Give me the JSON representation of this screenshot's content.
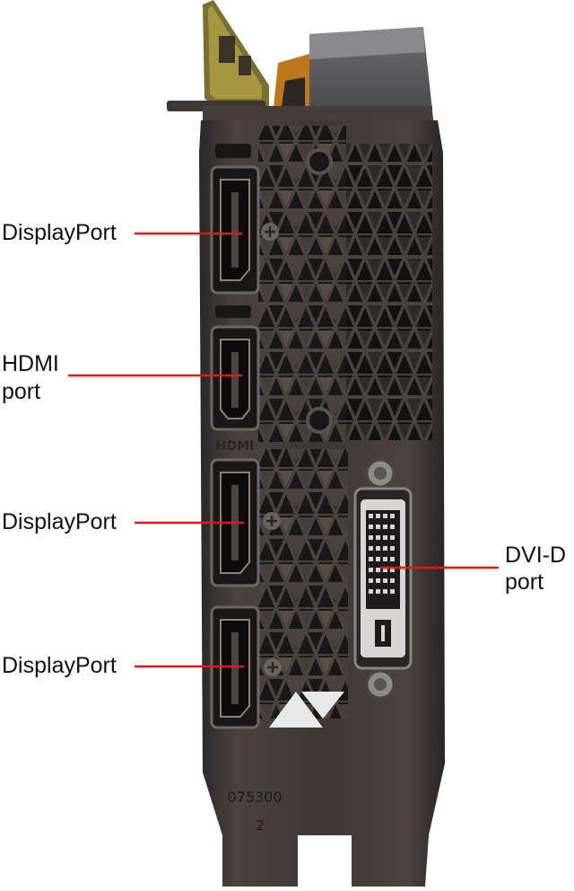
{
  "labels": {
    "displayport_1": "DisplayPort",
    "hdmi_line1": "HDMI",
    "hdmi_line2": "port",
    "displayport_2": "DisplayPort",
    "displayport_3": "DisplayPort",
    "dvid_line1": "DVI-D",
    "dvid_line2": "port"
  },
  "bracket_text": {
    "hdmi_engraving": "HDMI",
    "serial": "075300",
    "revision": "2"
  },
  "colors": {
    "leader_line": "#e01818",
    "bracket": "#3b3533",
    "label_text": "#111111"
  }
}
